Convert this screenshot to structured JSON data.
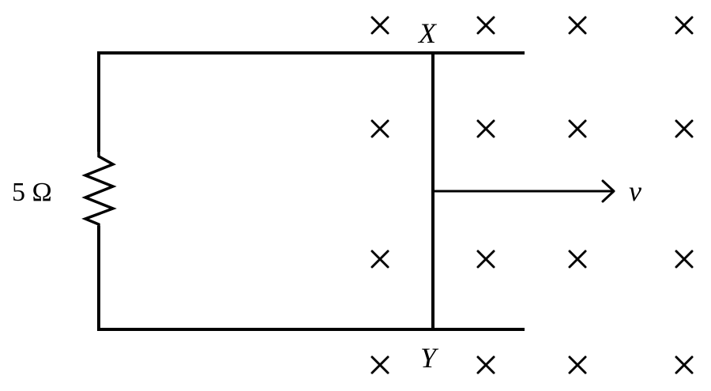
{
  "resistor": {
    "label": "5 Ω"
  },
  "rod": {
    "top_label": "X",
    "bottom_label": "Y"
  },
  "velocity": {
    "label": "v"
  },
  "magnetic_field": {
    "direction": "into-page",
    "symbol": "×",
    "rows": 4,
    "columns": 4
  }
}
